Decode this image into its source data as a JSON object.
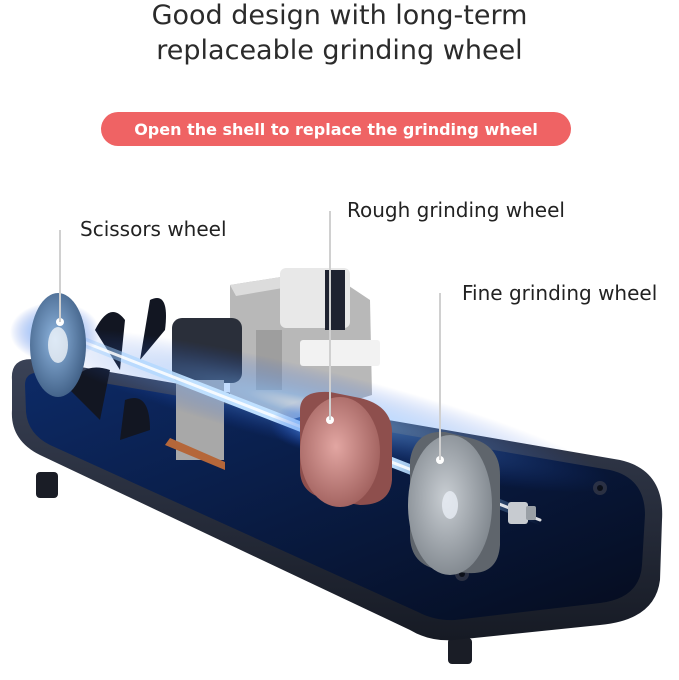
{
  "heading": {
    "line1": "Good design with long-term",
    "line2": "replaceable grinding wheel"
  },
  "banner": {
    "text": "Open the shell to replace the grinding wheel",
    "color": "#ef6364"
  },
  "callouts": {
    "scissors": "Scissors wheel",
    "rough": "Rough grinding wheel",
    "fine": "Fine grinding wheel"
  },
  "colors": {
    "base": "#1f2433",
    "glow": "#3b8cff",
    "rough_wheel": "#c98a88",
    "fine_wheel": "#9aa0a6"
  }
}
